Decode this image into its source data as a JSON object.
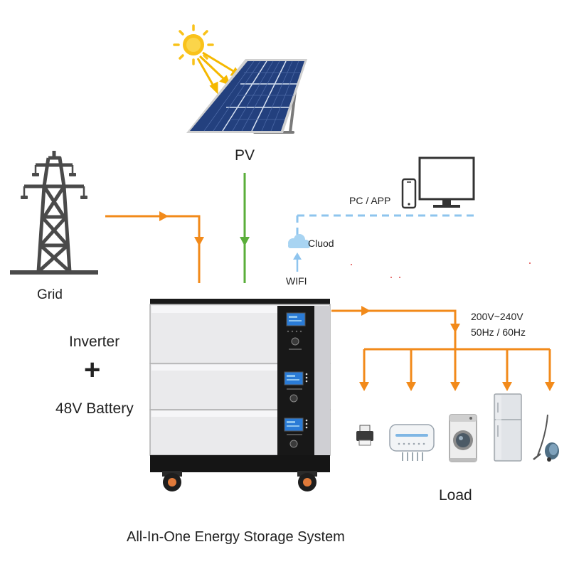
{
  "labels": {
    "pv": "PV",
    "grid": "Grid",
    "pc_app": "PC / APP",
    "cloud": "Cluod",
    "wifi": "WIFI",
    "inverter": "Inverter",
    "plus": "+",
    "battery": "48V Battery",
    "voltage": "200V~240V",
    "frequency": "50Hz / 60Hz",
    "load": "Load",
    "system": "All-In-One Energy Storage System"
  },
  "colors": {
    "power_flow": "#F28A1A",
    "pv_flow": "#5AAE3A",
    "data_link": "#8EC4EE",
    "sun": "#F9C21A",
    "panel": "#23407E",
    "tower": "#4A4A4A",
    "cabinet": "#E9E9EB",
    "control_panel": "#181818",
    "screen": "#2A7BD6"
  },
  "icons": [
    "sun-icon",
    "solar-panel-icon",
    "power-tower-icon",
    "cloud-icon",
    "monitor-icon",
    "phone-icon",
    "printer-icon",
    "router-icon",
    "washing-machine-icon",
    "refrigerator-icon",
    "vacuum-icon"
  ]
}
